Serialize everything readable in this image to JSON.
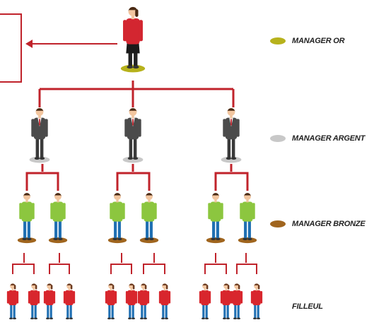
{
  "legend": {
    "gold": {
      "label": "MANAGER OR",
      "color": "#b7b21c"
    },
    "silver": {
      "label": "MANAGER ARGENT",
      "color": "#c8c8c8"
    },
    "bronze": {
      "label": "MANAGER BRONZE",
      "color": "#a0651e"
    },
    "filleul": {
      "label": "FILLEUL"
    }
  },
  "info_box": {
    "text": ""
  },
  "colors": {
    "connector": "#c0232b",
    "manager_jacket_gold": "#d32630",
    "manager_jacket_silver": "#4b4b4b",
    "bronze_shirt": "#8cc63f",
    "filleul_shirt": "#d8262d",
    "pants": "#1f6fb2"
  },
  "tree": {
    "root": "gold",
    "levels": [
      "gold",
      "silver",
      "bronze",
      "filleul"
    ],
    "branching": [
      3,
      2,
      2
    ]
  }
}
